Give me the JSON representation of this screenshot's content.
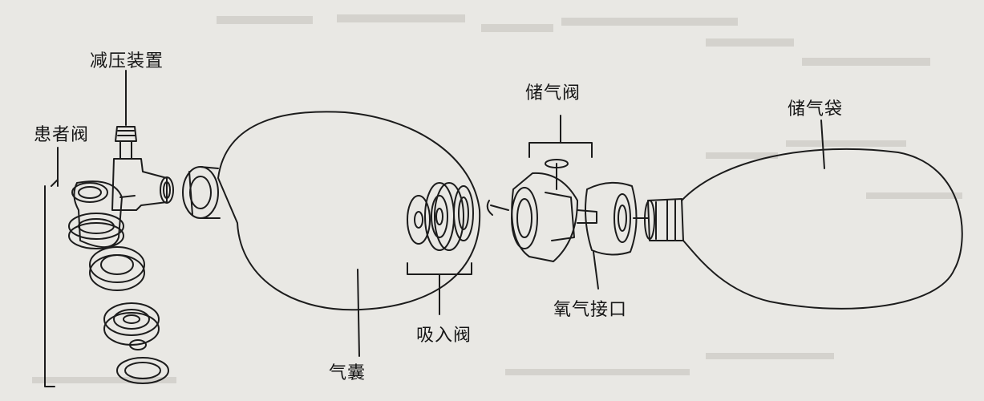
{
  "labels": {
    "pressure_relief": "减压装置",
    "patient_valve": "患者阀",
    "bag": "气囊",
    "intake_valve": "吸入阀",
    "reservoir_valve": "储气阀",
    "oxygen_port": "氧气接口",
    "reservoir_bag": "储气袋"
  },
  "colors": {
    "paper": "#e9e8e4",
    "ink": "#1c1c1c",
    "faded_print": "#cfcdc8"
  }
}
